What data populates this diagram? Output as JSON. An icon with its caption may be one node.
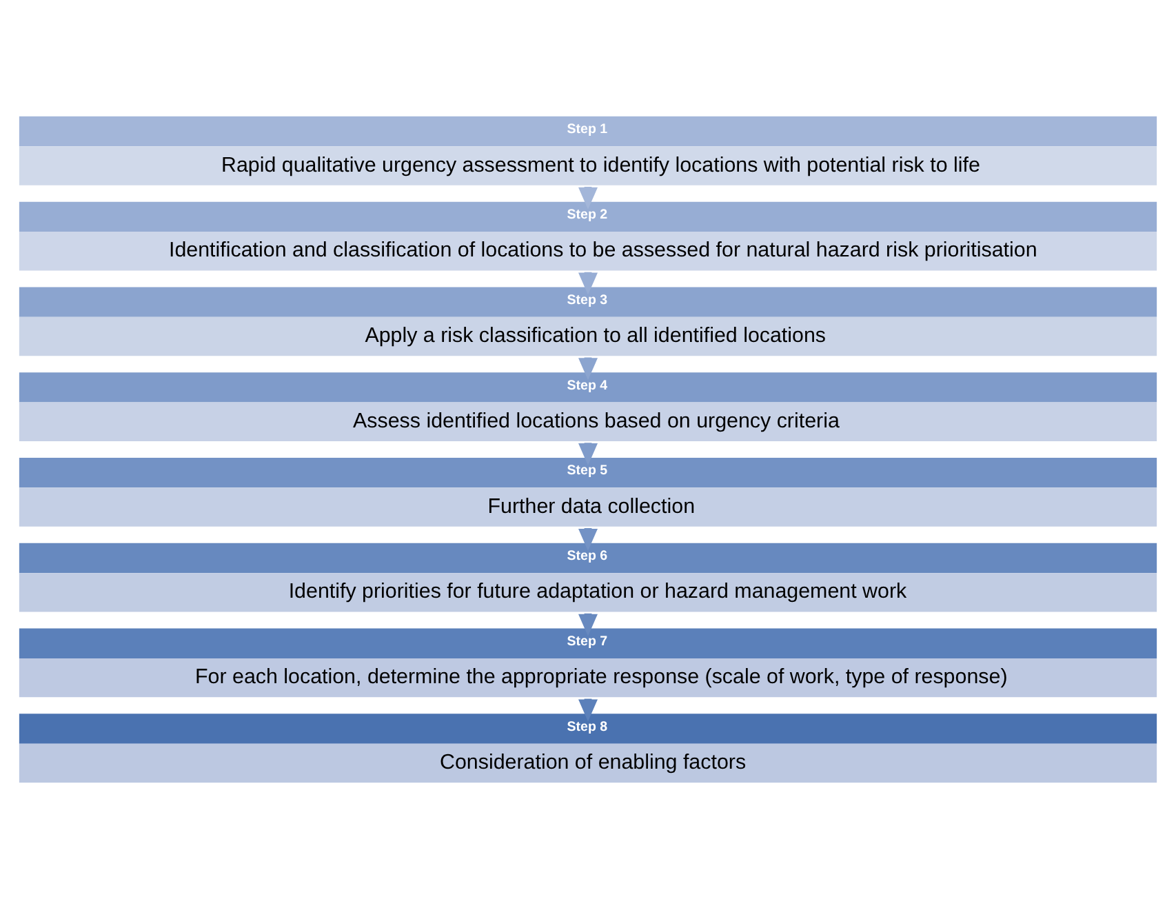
{
  "diagram": {
    "nodes": [
      {
        "text": [
          "Step 1",
          "Rapid qualitative urgency assessment to identify locations with potential risk to life"
        ]
      },
      {
        "text": [
          "Step 2",
          "Identification and classification of locations to be assessed for natural hazard risk prioritisation"
        ]
      },
      {
        "text": [
          "Step 3",
          "Apply a risk classification to all identified locations"
        ]
      },
      {
        "text": [
          "Step 4",
          "Assess identified locations based on urgency criteria"
        ]
      },
      {
        "text": [
          "Step 5",
          "Further data collection"
        ]
      },
      {
        "text": [
          "Step 6",
          "Identify priorities for future adaptation or hazard management work"
        ]
      },
      {
        "text": [
          "Step 7",
          "For each location, determine the appropriate response (scale of work, type of response)"
        ]
      },
      {
        "text": [
          "Step 8",
          "Consideration of enabling factors"
        ]
      }
    ],
    "edges": [
      {
        "from": 0,
        "to": 1,
        "arrow": "to"
      },
      {
        "from": 1,
        "to": 2,
        "arrow": "to"
      },
      {
        "from": 2,
        "to": 3,
        "arrow": "to"
      },
      {
        "from": 3,
        "to": 4,
        "arrow": "to"
      },
      {
        "from": 4,
        "to": 5,
        "arrow": "to"
      },
      {
        "from": 5,
        "to": 6,
        "arrow": "to"
      },
      {
        "from": 6,
        "to": 7,
        "arrow": "to"
      }
    ]
  }
}
